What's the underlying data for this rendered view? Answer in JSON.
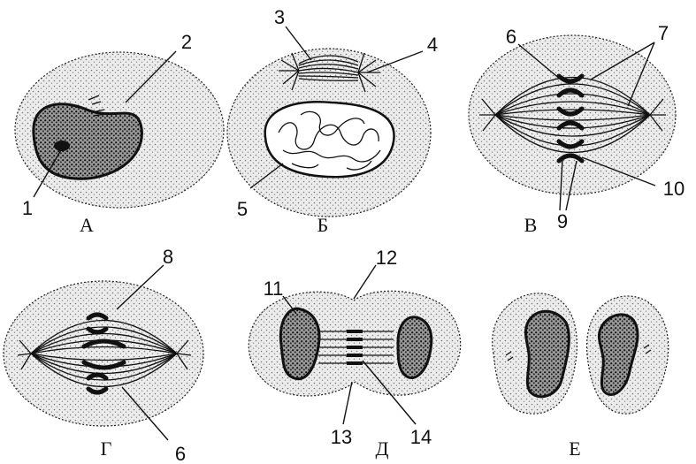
{
  "panels": [
    {
      "id": "A",
      "label": "А"
    },
    {
      "id": "B",
      "label": "Б"
    },
    {
      "id": "V",
      "label": "В"
    },
    {
      "id": "G",
      "label": "Г"
    },
    {
      "id": "D",
      "label": "Д"
    },
    {
      "id": "E",
      "label": "Е"
    }
  ],
  "callouts": [
    "1",
    "2",
    "3",
    "4",
    "5",
    "6",
    "7",
    "8",
    "9",
    "10",
    "11",
    "12",
    "13",
    "14"
  ]
}
